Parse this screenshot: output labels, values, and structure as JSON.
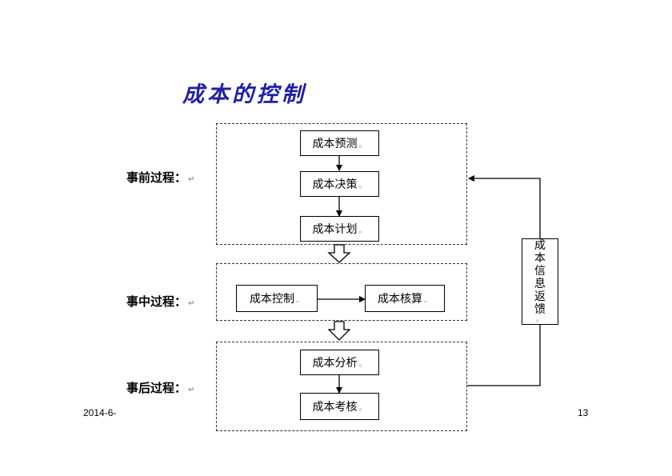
{
  "title": "成本的控制",
  "stages": {
    "before": "事前过程：",
    "during": "事中过程：",
    "after": "事后过程："
  },
  "stage_mark": "↵",
  "box_mark": "。",
  "boxes": {
    "forecast": "成本预测",
    "decision": "成本决策",
    "plan": "成本计划",
    "control": "成本控制",
    "accounting": "成本核算",
    "analysis": "成本分析",
    "assessment": "成本考核"
  },
  "feedback": [
    "成",
    "本",
    "信",
    "息",
    "返",
    "馈"
  ],
  "feedback_mark": "。",
  "footer": {
    "date": "2014-6-",
    "page": "13"
  }
}
